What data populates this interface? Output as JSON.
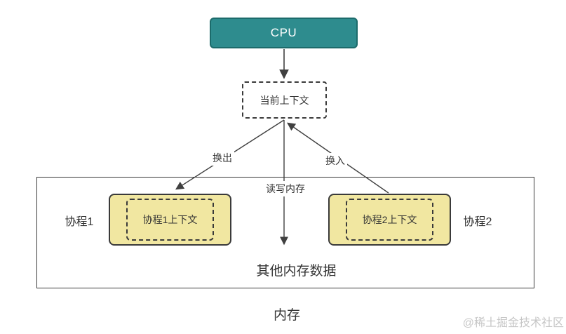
{
  "colors": {
    "cpu_fill": "#2E8C8E",
    "cpu_border": "#1C6B6B",
    "cpu_text": "#FFFFFF",
    "coroutine_fill": "#F1E7A1",
    "box_border": "#3A3A3A",
    "line": "#404040",
    "text": "#333333",
    "watermark": "#C6C6C6"
  },
  "nodes": {
    "cpu": "CPU",
    "current_context": "当前上下文",
    "coroutine1": "协程1",
    "coroutine1_context": "协程1上下文",
    "coroutine2": "协程2",
    "coroutine2_context": "协程2上下文",
    "other_memory_data": "其他内存数据",
    "memory": "内存"
  },
  "edges": {
    "swap_out": "换出",
    "swap_in": "换入",
    "read_write_memory": "读写内存"
  },
  "watermark": "@稀土掘金技术社区"
}
